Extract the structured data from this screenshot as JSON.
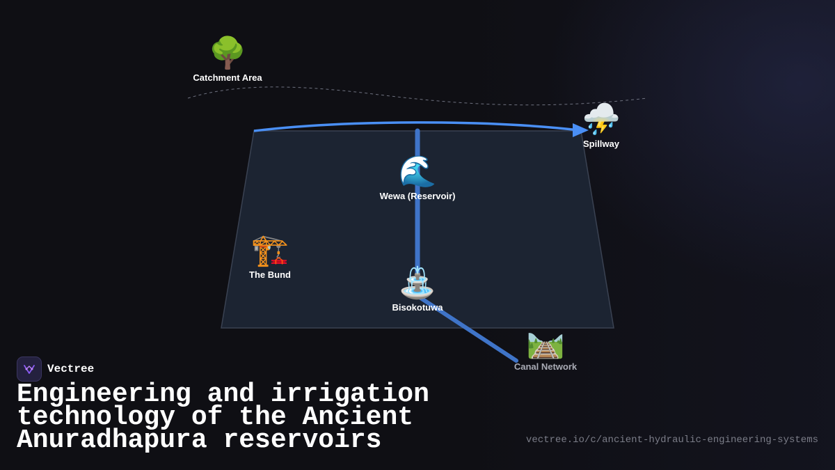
{
  "nodes": {
    "catchment": {
      "icon": "tree-icon",
      "emoji": "🌳",
      "label": "Catchment Area"
    },
    "spillway": {
      "icon": "storm-cloud-icon",
      "emoji": "⛈️",
      "label": "Spillway"
    },
    "reservoir": {
      "icon": "water-wave-icon",
      "emoji": "🌊",
      "label": "Wewa (Reservoir)"
    },
    "bund": {
      "icon": "construction-crane-icon",
      "emoji": "🏗️",
      "label": "The Bund"
    },
    "bisokotuwa": {
      "icon": "fountain-icon",
      "emoji": "⛲",
      "label": "Bisokotuwa"
    },
    "canal": {
      "icon": "railway-track-icon",
      "emoji": "🛤️",
      "label": "Canal Network"
    }
  },
  "colors": {
    "flow_arrow": "#4a8ff5",
    "connector": "#3f74c8",
    "reservoir_fill": "#1c2432",
    "background": "#0f0f14"
  },
  "brand": {
    "name": "Vectree",
    "icon": "vectree-logo-icon"
  },
  "title": "Engineering and irrigation technology of the Ancient Anuradhapura reservoirs",
  "url": "vectree.io/c/ancient-hydraulic-engineering-systems"
}
